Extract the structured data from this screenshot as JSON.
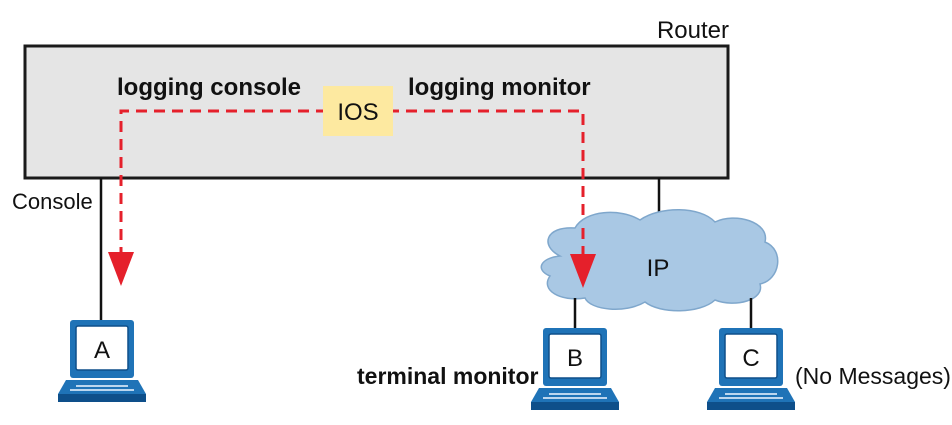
{
  "router": {
    "label": "Router",
    "os_label": "IOS",
    "logging_console_label": "logging console",
    "logging_monitor_label": "logging monitor",
    "console_port_label": "Console"
  },
  "cloud": {
    "label": "IP"
  },
  "hosts": [
    {
      "id": "A",
      "label": "A",
      "side_label": ""
    },
    {
      "id": "B",
      "label": "B",
      "side_label": "terminal monitor"
    },
    {
      "id": "C",
      "label": "C",
      "side_label": "(No Messages)"
    }
  ],
  "colors": {
    "router_fill": "#e5e5e5",
    "router_stroke": "#1a1a1a",
    "ios_box": "#fde9a0",
    "message_path": "#e5202b",
    "cloud_fill": "#a9c8e4",
    "cloud_stroke": "#7fa7cc",
    "pc_blue": "#1f73b7",
    "pc_dark": "#0e4f8a"
  },
  "icons": {
    "pc": "desktop-computer-icon",
    "cloud": "ip-cloud-icon",
    "arrow": "arrowhead-down-icon"
  }
}
